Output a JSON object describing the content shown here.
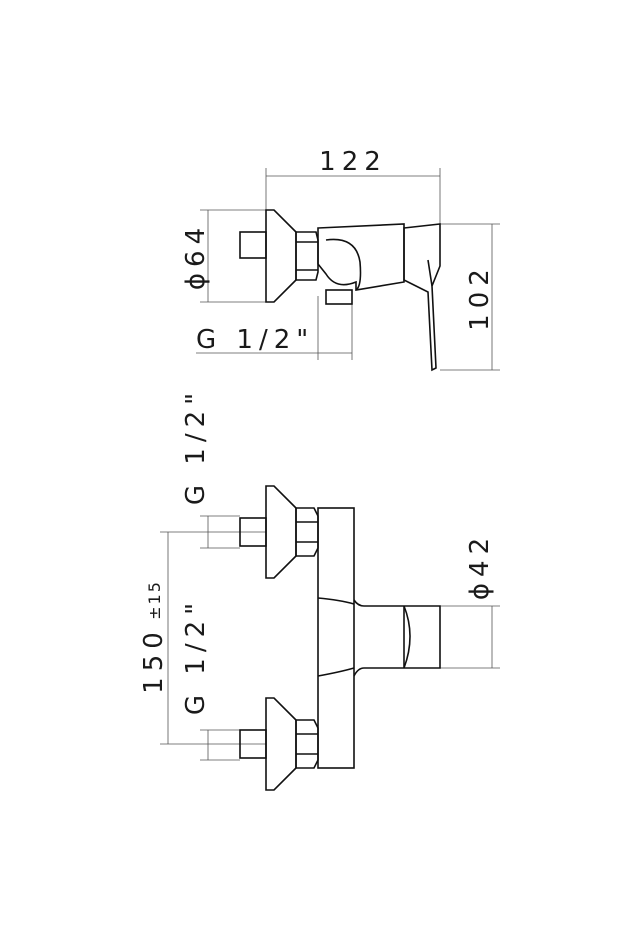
{
  "dimensions": {
    "top_width": "122",
    "top_height": "102",
    "top_diameter": "ϕ64",
    "top_thread": "G  1/2\"",
    "bottom_thread_upper": "G  1/2\"",
    "bottom_thread_lower": "G  1/2\"",
    "bottom_spacing": "150",
    "bottom_spacing_tolerance": "±15",
    "bottom_diameter": "ϕ42"
  }
}
